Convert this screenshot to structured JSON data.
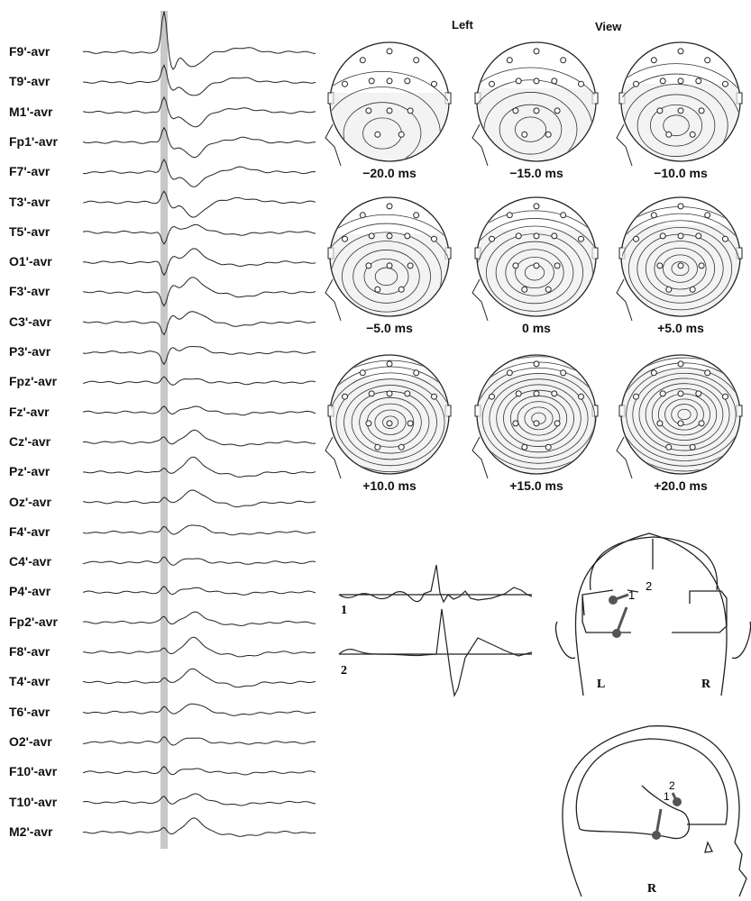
{
  "header": {
    "left": "Left",
    "view": "View"
  },
  "channels": [
    "F9'-avr",
    "T9'-avr",
    "M1'-avr",
    "Fp1'-avr",
    "F7'-avr",
    "T3'-avr",
    "T5'-avr",
    "O1'-avr",
    "F3'-avr",
    "C3'-avr",
    "P3'-avr",
    "Fpz'-avr",
    "Fz'-avr",
    "Cz'-avr",
    "Pz'-avr",
    "Oz'-avr",
    "F4'-avr",
    "C4'-avr",
    "P4'-avr",
    "Fp2'-avr",
    "F8'-avr",
    "T4'-avr",
    "T6'-avr",
    "O2'-avr",
    "F10'-avr",
    "T10'-avr",
    "M2'-avr"
  ],
  "maps": [
    "−20.0 ms",
    "−15.0 ms",
    "−10.0 ms",
    "−5.0 ms",
    "0 ms",
    "+5.0 ms",
    "+10.0 ms",
    "+15.0 ms",
    "+20.0 ms"
  ],
  "dipole_traces": {
    "trace1": "1",
    "trace2": "2"
  },
  "coronal": {
    "left": "L",
    "right": "R",
    "d1": "1",
    "d2": "2"
  },
  "sagittal": {
    "side": "R",
    "d1": "1",
    "d2": "2"
  }
}
